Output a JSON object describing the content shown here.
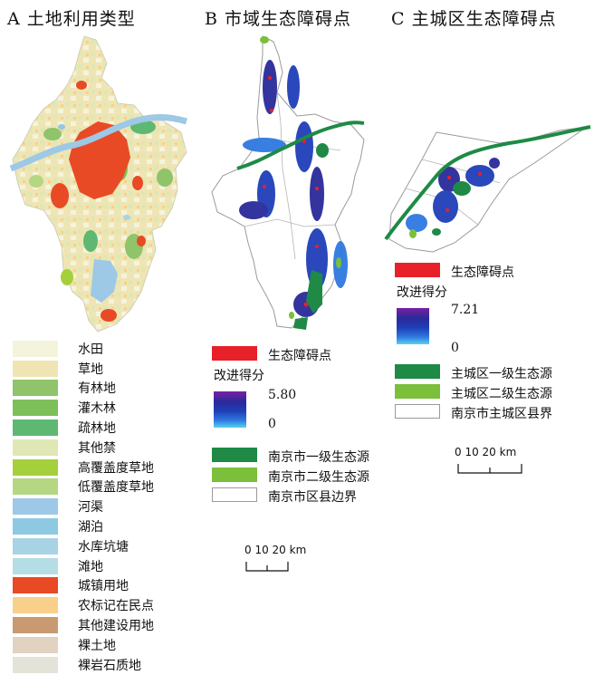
{
  "panels": {
    "a": {
      "title": "A 土地利用类型"
    },
    "b": {
      "title": "B 市域生态障碍点"
    },
    "c": {
      "title": "C 主城区生态障碍点"
    }
  },
  "legend_a": [
    {
      "label": "水田",
      "color": "#f4f4dc"
    },
    {
      "label": "草地",
      "color": "#efe5b4"
    },
    {
      "label": "有林地",
      "color": "#8fc46a"
    },
    {
      "label": "灌木林",
      "color": "#7dc05a"
    },
    {
      "label": "疏林地",
      "color": "#5eb872"
    },
    {
      "label": "其他禁",
      "color": "#dfe8b4"
    },
    {
      "label": "高覆盖度草地",
      "color": "#a6cf3c"
    },
    {
      "label": "低覆盖度草地",
      "color": "#b5d683"
    },
    {
      "label": "河渠",
      "color": "#9dc8e6"
    },
    {
      "label": "湖泊",
      "color": "#8ec9e4"
    },
    {
      "label": "水库坑塘",
      "color": "#a8d3e4"
    },
    {
      "label": "滩地",
      "color": "#b4dde6"
    },
    {
      "label": "城镇用地",
      "color": "#e84a25"
    },
    {
      "label": "农标记在民点",
      "color": "#f8d08a"
    },
    {
      "label": "其他建设用地",
      "color": "#c99a72"
    },
    {
      "label": "裸土地",
      "color": "#e2d2c2"
    },
    {
      "label": "裸岩石质地",
      "color": "#e3e3da"
    }
  ],
  "legend_b": {
    "obstacle_label": "生态障碍点",
    "score_title": "改进得分",
    "score_max": "5.80",
    "score_min": "0",
    "source1_label": "南京市一级生态源",
    "source2_label": "南京市二级生态源",
    "boundary_label": "南京市区县边界",
    "scale_label": "0 10 20 km"
  },
  "legend_c": {
    "obstacle_label": "生态障碍点",
    "score_title": "改进得分",
    "score_max": "7.21",
    "score_min": "0",
    "source1_label": "主城区一级生态源",
    "source2_label": "主城区二级生态源",
    "boundary_label": "南京市主城区县界",
    "scale_label": "0 10 20 km"
  },
  "colors": {
    "obstacle": "#e8202a",
    "source1": "#1e8a45",
    "source2": "#7bbf3a",
    "boundary": "#9a9a9a",
    "score_high": "#7a1fa2",
    "score_low": "#59d2f0"
  }
}
